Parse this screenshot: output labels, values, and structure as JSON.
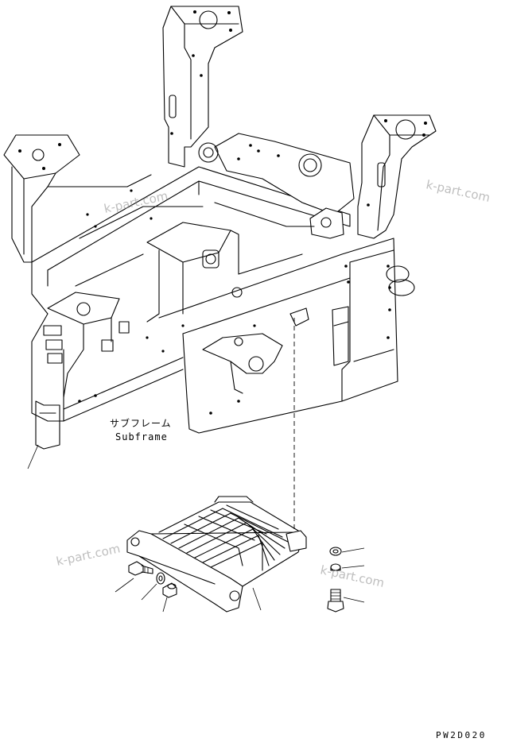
{
  "labels": {
    "subframe_jp": "サブフレーム",
    "subframe_en": "Subframe",
    "drawing_code": "PW2D020"
  },
  "watermarks": [
    "k-part.com",
    "k-part.com",
    "k-part.com",
    "k-part.com"
  ]
}
